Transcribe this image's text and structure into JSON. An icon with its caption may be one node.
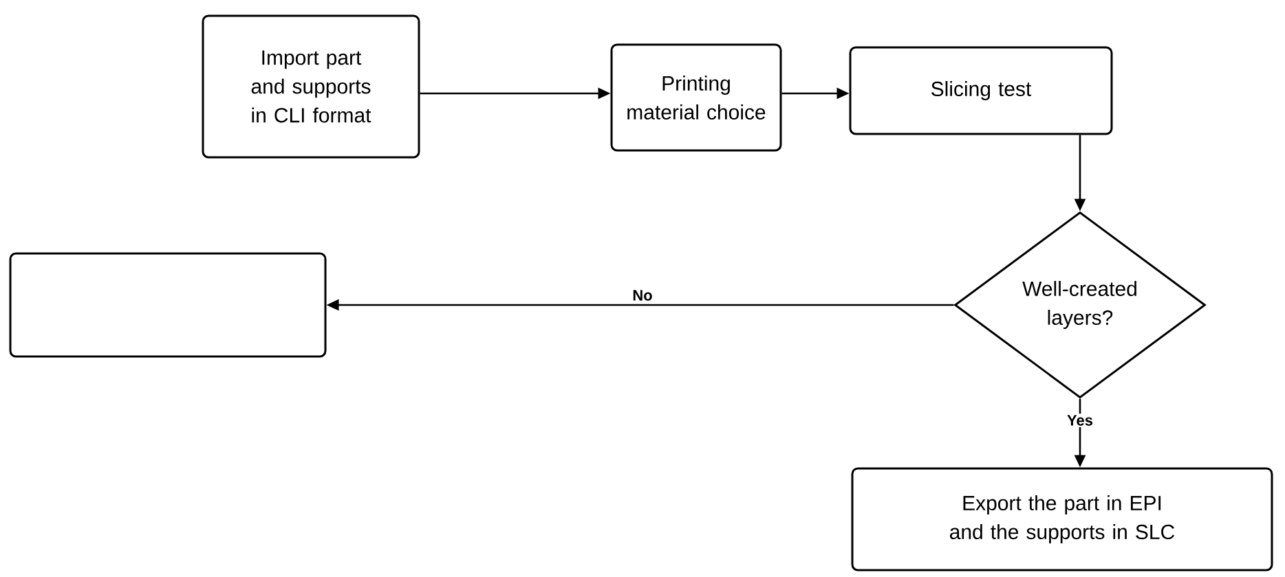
{
  "diagram": {
    "nodes": [
      {
        "text": [
          "Import part and supports in CLI format"
        ]
      },
      {
        "text": [
          "Printing material choice"
        ]
      },
      {
        "text": [
          "Slicing test"
        ]
      },
      {
        "text": [
          "Well-created layers?"
        ]
      },
      {
        "text": [],
        "shape": "box"
      },
      {
        "text": [
          "Export the part in EPI and the supports in SLC"
        ]
      }
    ],
    "edges": [
      {
        "from": 0,
        "to": 1,
        "arrow": "to"
      },
      {
        "from": 1,
        "to": 2,
        "arrow": "to"
      },
      {
        "from": 2,
        "to": 3,
        "arrow": "to"
      },
      {
        "from": 3,
        "to": 4,
        "arrow": "to",
        "label": "No"
      },
      {
        "from": 3,
        "to": 5,
        "arrow": "to",
        "label": "Yes"
      }
    ]
  }
}
